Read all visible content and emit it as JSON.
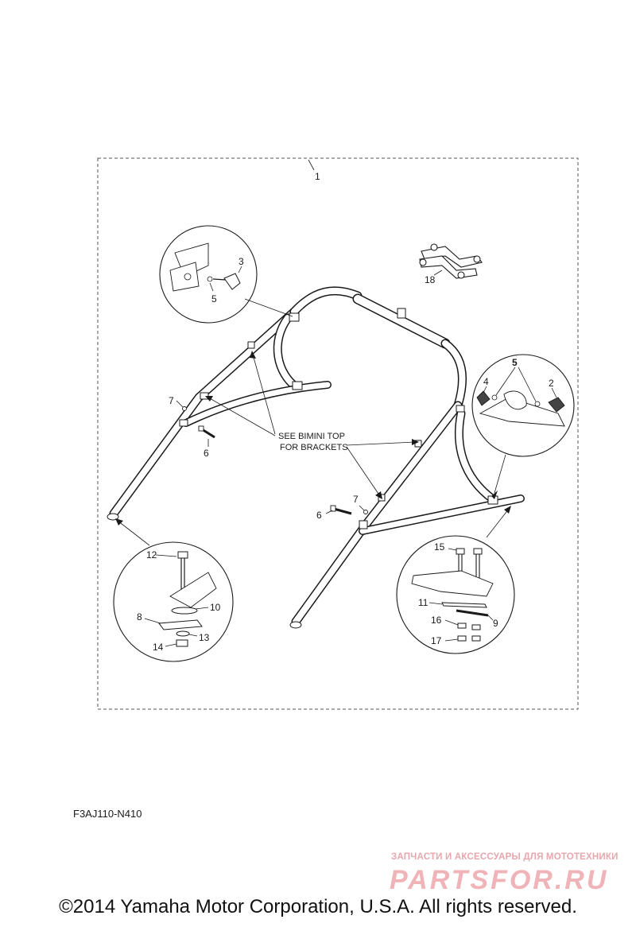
{
  "callouts": {
    "c1": "1",
    "c2": "2",
    "c3": "3",
    "c4": "4",
    "c5a": "5",
    "c5b": "5",
    "c6a": "6",
    "c6b": "6",
    "c7a": "7",
    "c7b": "7",
    "c8": "8",
    "c9": "9",
    "c10": "10",
    "c11": "11",
    "c12": "12",
    "c13": "13",
    "c14": "14",
    "c15": "15",
    "c16": "16",
    "c17": "17",
    "c18": "18"
  },
  "note": {
    "line1": "SEE BIMINI TOP",
    "line2": "FOR BRACKETS"
  },
  "diagram_code": "F3AJ110-N410",
  "watermark": {
    "tagline": "ЗАПЧАСТИ И АКСЕССУАРЫ ДЛЯ МОТОТЕХНИКИ",
    "logo": "PARTSFOR.RU"
  },
  "copyright": "©2014 Yamaha Motor Corporation, U.S.A. All rights reserved.",
  "colors": {
    "line": "#1a1a1a",
    "tube_fill": "#ffffff",
    "watermark": "#f0b3b8"
  }
}
